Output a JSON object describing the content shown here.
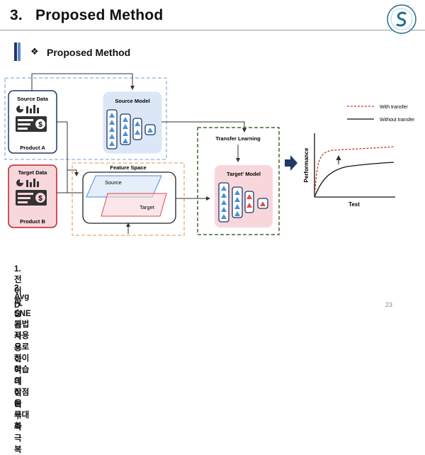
{
  "header": {
    "title": "3.   Proposed Method",
    "section": "Proposed Method"
  },
  "diagram": {
    "source_data": "Source Data",
    "product_a": "Product A",
    "source_model": "Source Model",
    "target_data": "Target Data",
    "product_b": "Product B",
    "feature_space": "Feature Space",
    "fs_source": "Source",
    "fs_target": "Target",
    "transfer_learning": "Transfer Learning",
    "target_model": "Target' Model",
    "legend_with": "With transfer",
    "legend_without": "Without transfer",
    "axis_y": "Performance",
    "axis_x": "Test"
  },
  "bullets": [
    {
      "num": "1.",
      "text": "전이학습을 사용하여 데이터 부족 극복"
    },
    {
      "num": "2.",
      "text": "Avg D-SNE 기법 적용으로 전이학습의 장점을 극대화"
    }
  ],
  "page_number": "23",
  "colors": {
    "navy": "#1f3864",
    "accent_blue": "#5b8bd0",
    "source_fill": "#dbe7f6",
    "target_fill": "#f8d7dc",
    "triangle_blue": "#4a8fd6",
    "triangle_red": "#e04a4a",
    "with_transfer": "#c0392b"
  }
}
